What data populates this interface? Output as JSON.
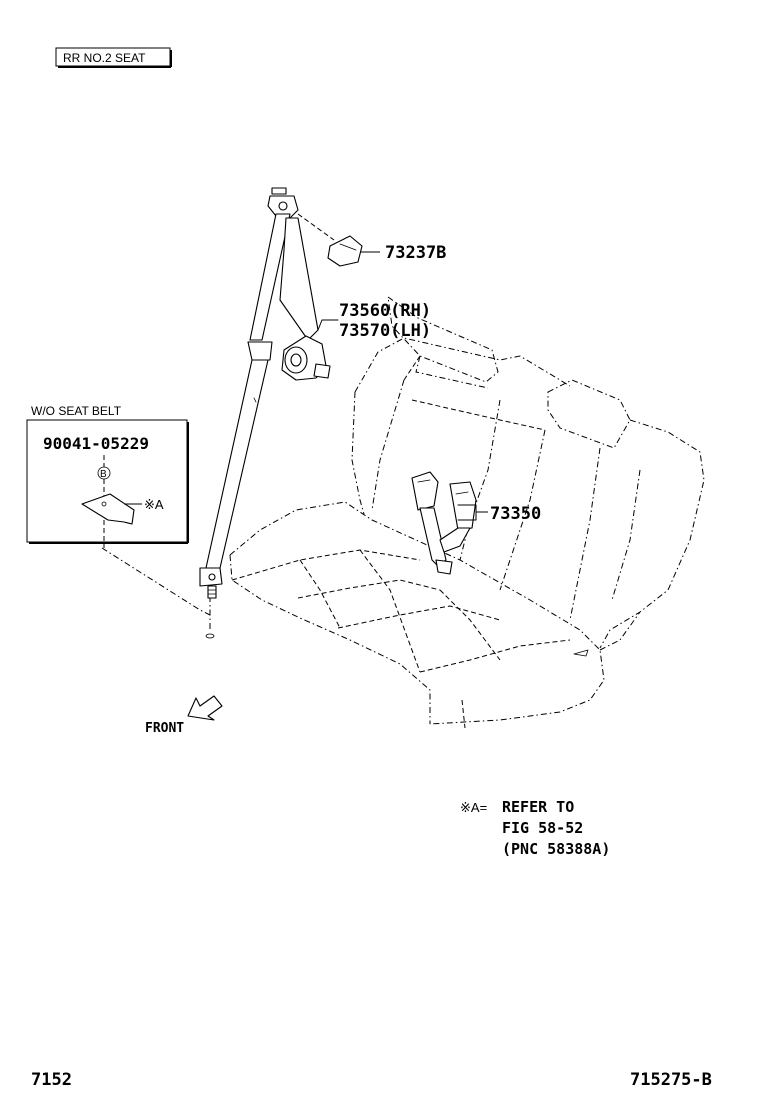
{
  "header": {
    "section_label": "RR NO.2 SEAT"
  },
  "callouts": {
    "cover": "73237B",
    "belt_rh": "73560(RH)",
    "belt_lh": "73570(LH)",
    "buckle": "73350"
  },
  "inset": {
    "title": "W/O SEAT BELT",
    "part_number": "90041-05229",
    "marker_b": "B",
    "marker_a": "※A"
  },
  "direction_label": "FRONT",
  "note": {
    "marker": "※A=",
    "line1": "REFER TO",
    "line2": "FIG 58-52",
    "line3": "(PNC 58388A)"
  },
  "footer": {
    "figure_number": "7152",
    "illustration_id": "715275-B"
  }
}
